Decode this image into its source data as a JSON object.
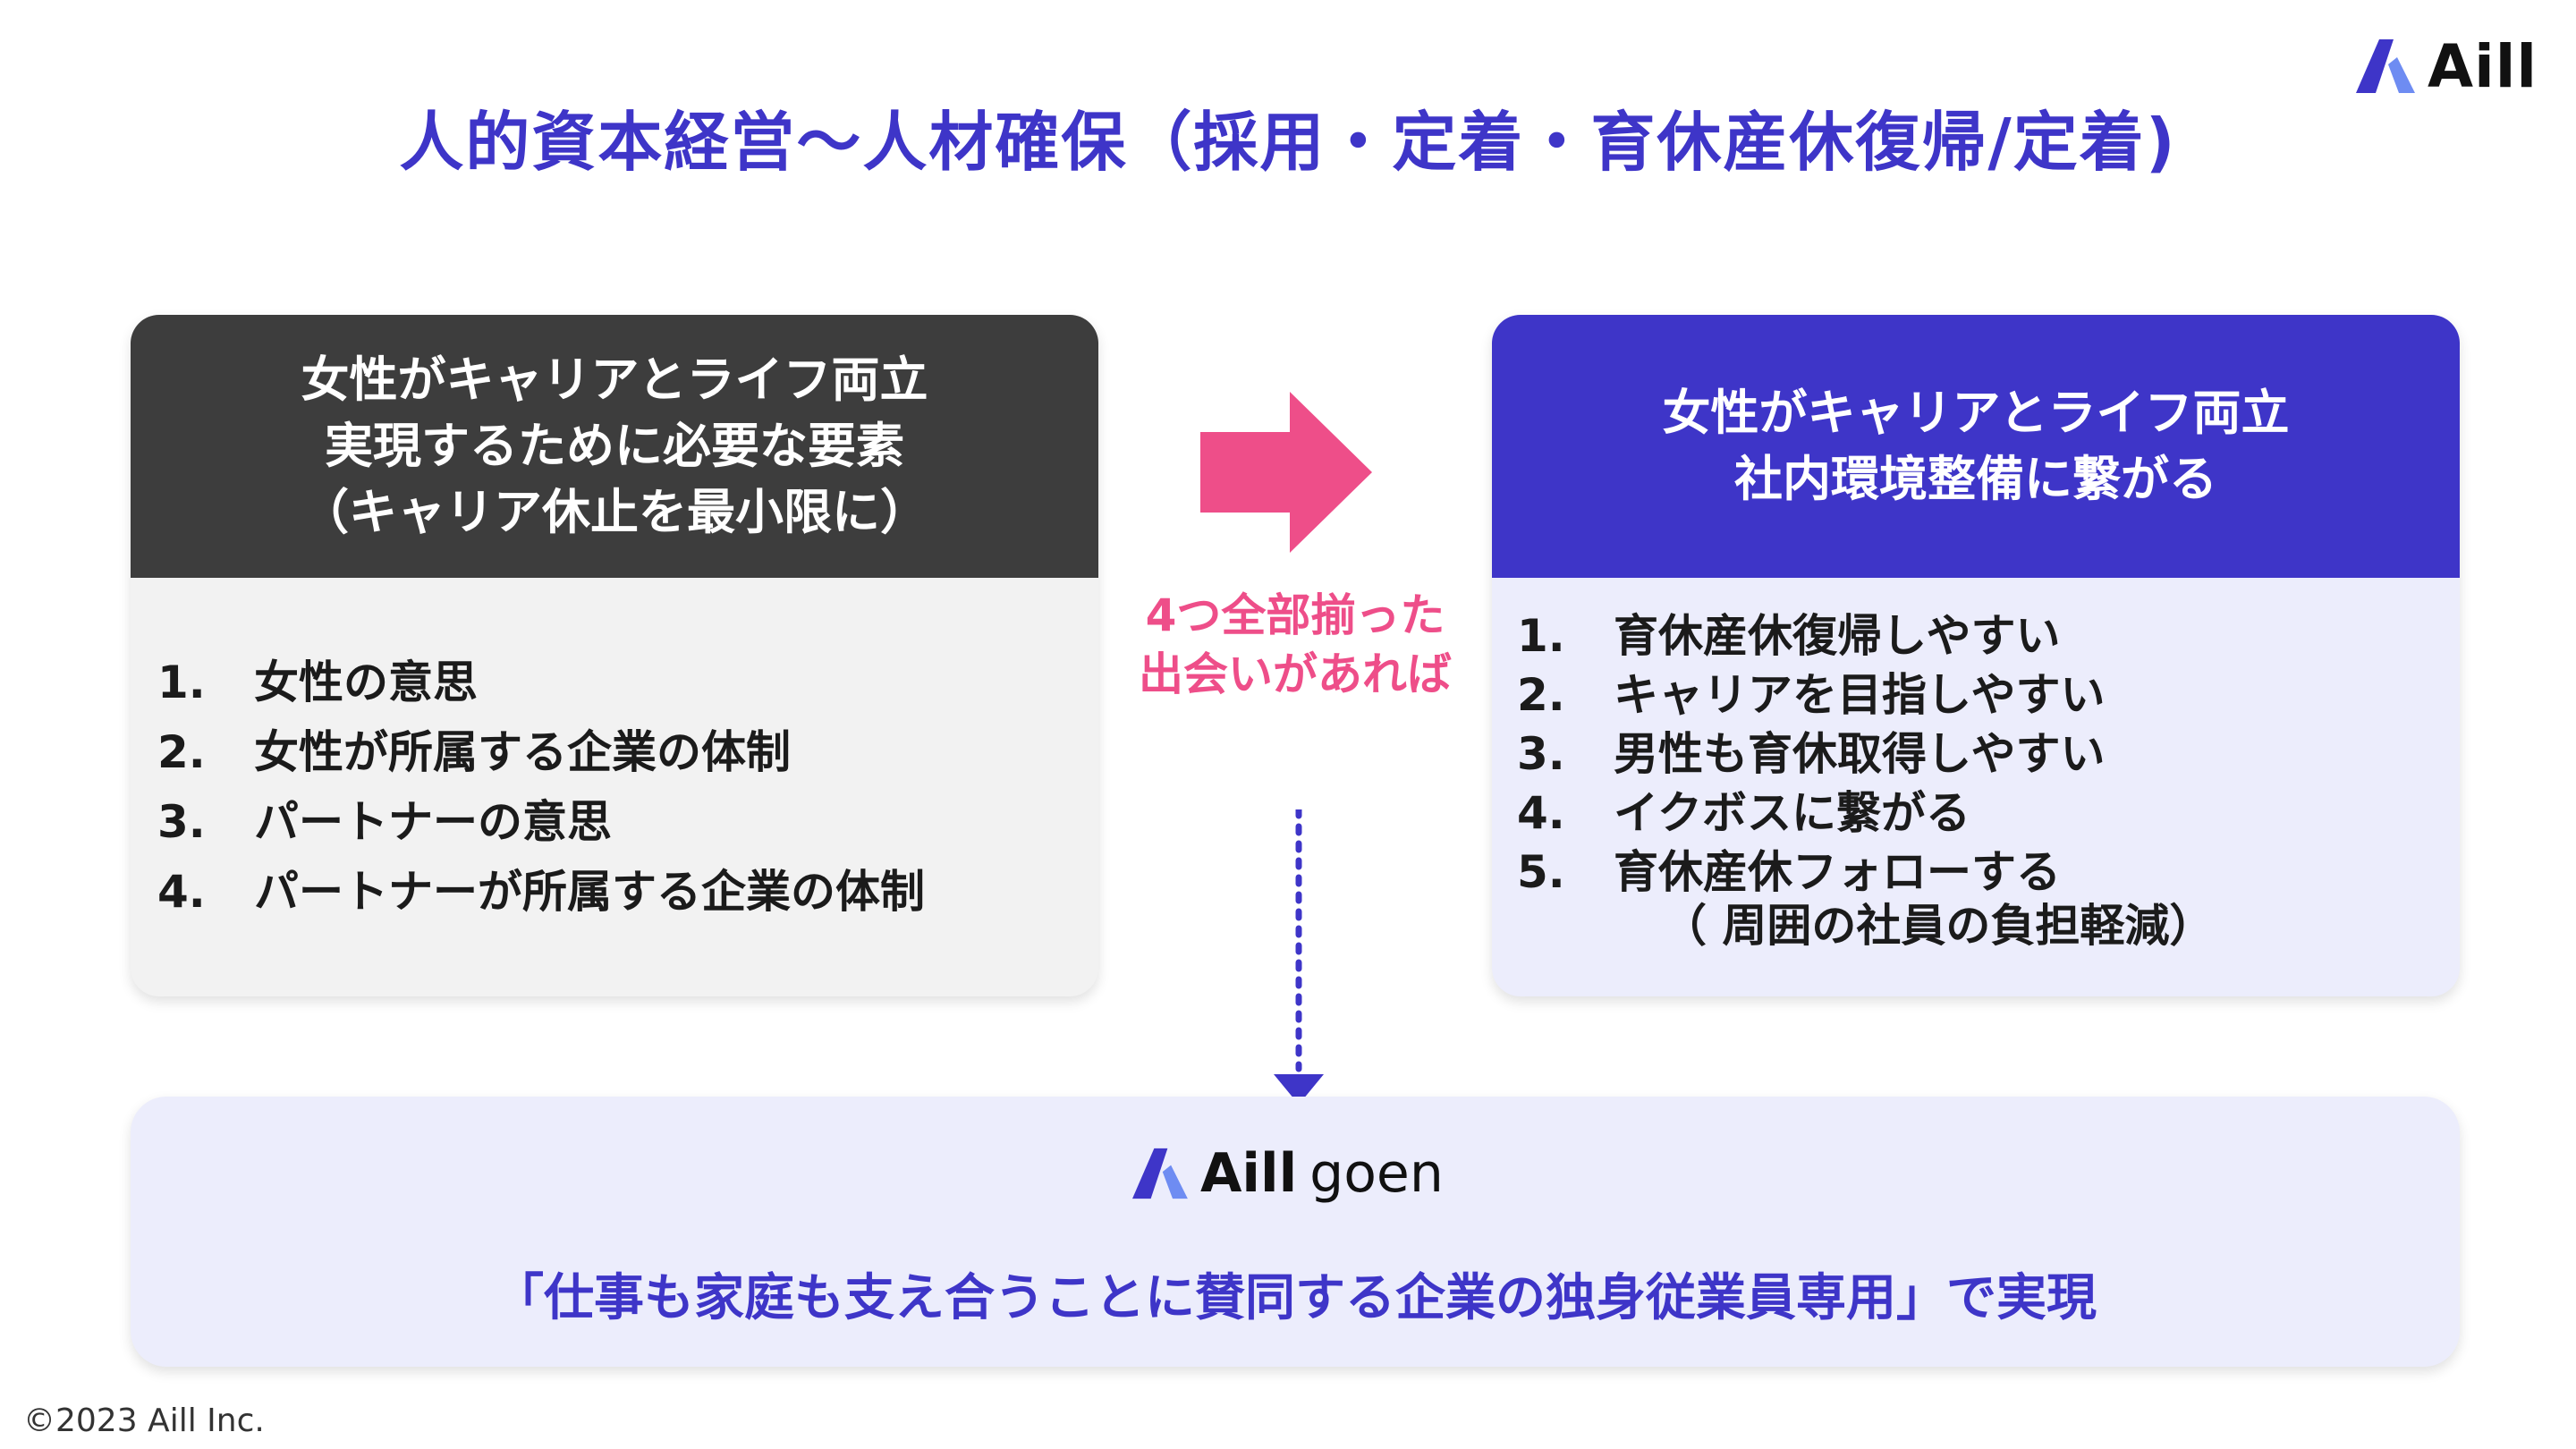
{
  "title": "人的資本経営〜人材確保（採用・定着・育休産休復帰/定着)",
  "brand": {
    "logo_text": "Aill",
    "logo_sub": "goen",
    "colors": {
      "primary": "#3E35C8",
      "accent_light": "#6E8CF2",
      "pink": "#EE4E89",
      "dark": "#3D3D3D"
    }
  },
  "left_card": {
    "header_lines": [
      "女性がキャリアとライフ両立",
      "実現するために必要な要素",
      "（キャリア休止を最小限に）"
    ],
    "items": [
      {
        "num": "1.",
        "text": "女性の意思"
      },
      {
        "num": "2.",
        "text": "女性が所属する企業の体制"
      },
      {
        "num": "3.",
        "text": "パートナーの意思"
      },
      {
        "num": "4.",
        "text": "パートナーが所属する企業の体制"
      }
    ]
  },
  "middle": {
    "caption_lines": [
      "4つ全部揃った",
      "出会いがあれば"
    ],
    "arrow_icon": "right-arrow-icon",
    "down_arrow_icon": "dotted-down-arrow-icon"
  },
  "right_card": {
    "header_lines": [
      "女性がキャリアとライフ両立",
      "社内環境整備に繋がる"
    ],
    "items": [
      {
        "num": "1.",
        "text": "育休産休復帰しやすい"
      },
      {
        "num": "2.",
        "text": "キャリアを目指しやすい"
      },
      {
        "num": "3.",
        "text": "男性も育休取得しやすい"
      },
      {
        "num": "4.",
        "text": "イクボスに繋がる"
      },
      {
        "num": "5.",
        "text": "育休産休フォローする"
      }
    ],
    "note": "（ 周囲の社員の負担軽減）"
  },
  "bottom": {
    "text": "「仕事も家庭も支え合うことに賛同する企業の独身従業員専用」で実現"
  },
  "footer": {
    "copyright": "©2023 Aill Inc."
  }
}
